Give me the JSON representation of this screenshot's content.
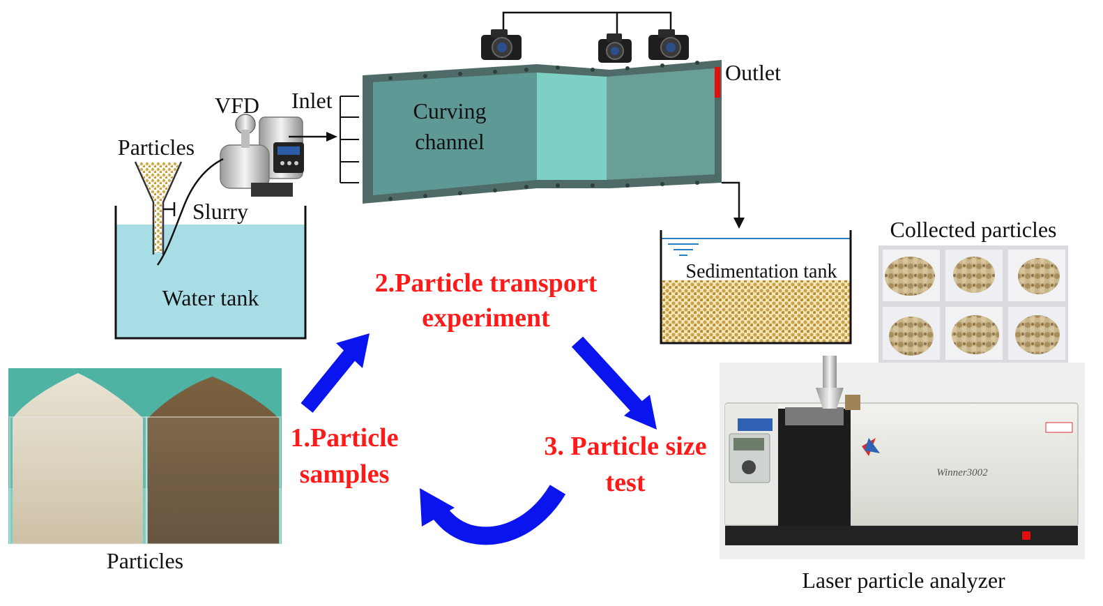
{
  "labels": {
    "vfd": "VFD",
    "inlet": "Inlet",
    "outlet": "Outlet",
    "channel_line1": "Curving",
    "channel_line2": "channel",
    "particles_funnel": "Particles",
    "slurry": "Slurry",
    "water_tank": "Water tank",
    "sedimentation_tank": "Sedimentation tank",
    "collected_particles": "Collected particles",
    "particles_photo": "Particles",
    "laser_analyzer": "Laser particle analyzer",
    "analyzer_model": "Winner3002"
  },
  "steps": {
    "step1_line1": "1.Particle",
    "step1_line2": "samples",
    "step2_line1": "2.Particle transport",
    "step2_line2": "experiment",
    "step3_line1": "3. Particle size",
    "step3_line2": "test"
  },
  "colors": {
    "step_text": "#ff1a1a",
    "arrow": "#0a14ee",
    "water": "#a9dde6",
    "channel": "#5e9a95",
    "channel_light": "#7fd0c4",
    "sand": "#c8a44a",
    "outlet_marker": "#e01010"
  }
}
